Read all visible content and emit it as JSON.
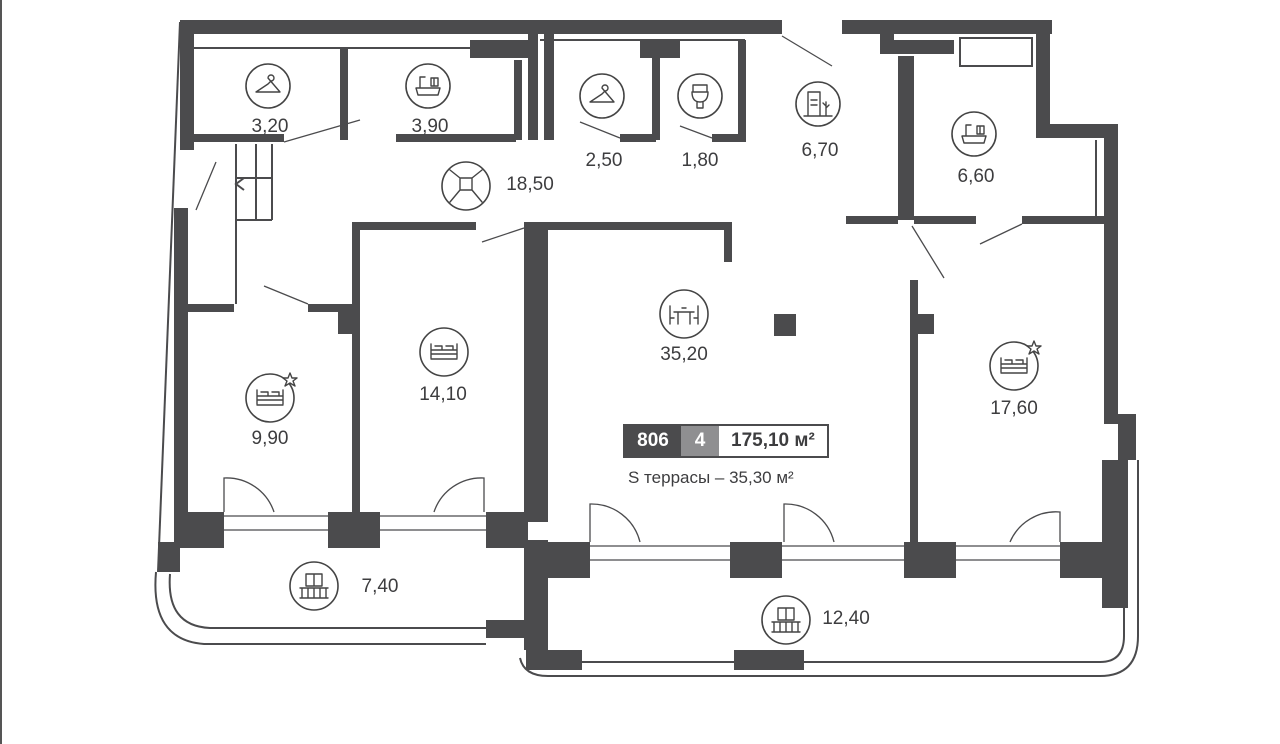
{
  "apartment": {
    "number": "806",
    "rooms": "4",
    "total_area": "175,10 м²",
    "terrace_area": "S террасы – 35,30 м²"
  },
  "rooms": [
    {
      "id": "wardrobe-1",
      "icon": "hanger-icon",
      "area": "3,20"
    },
    {
      "id": "bathroom-1",
      "icon": "bathtub-icon",
      "area": "3,90"
    },
    {
      "id": "wardrobe-2",
      "icon": "hanger-icon",
      "area": "2,50"
    },
    {
      "id": "toilet",
      "icon": "toilet-icon",
      "area": "1,80"
    },
    {
      "id": "entrance-hall",
      "icon": "door-plant-icon",
      "area": "6,70"
    },
    {
      "id": "bathroom-2",
      "icon": "bathtub-icon",
      "area": "6,60"
    },
    {
      "id": "hallway",
      "icon": "corridor-icon",
      "area": "18,50"
    },
    {
      "id": "living-dining",
      "icon": "dining-table-icon",
      "area": "35,20"
    },
    {
      "id": "bedroom-1",
      "icon": "bed-icon",
      "area": "14,10"
    },
    {
      "id": "bedroom-master-1",
      "icon": "bed-star-icon",
      "area": "9,90"
    },
    {
      "id": "bedroom-master-2",
      "icon": "bed-star-icon",
      "area": "17,60"
    },
    {
      "id": "terrace-1",
      "icon": "balcony-icon",
      "area": "7,40"
    },
    {
      "id": "terrace-2",
      "icon": "balcony-icon",
      "area": "12,40"
    }
  ],
  "colors": {
    "wall": "#4b4b4d",
    "badge_dark": "#4b4b4d",
    "badge_mid": "#8f8f91",
    "text": "#3d3d3f"
  }
}
